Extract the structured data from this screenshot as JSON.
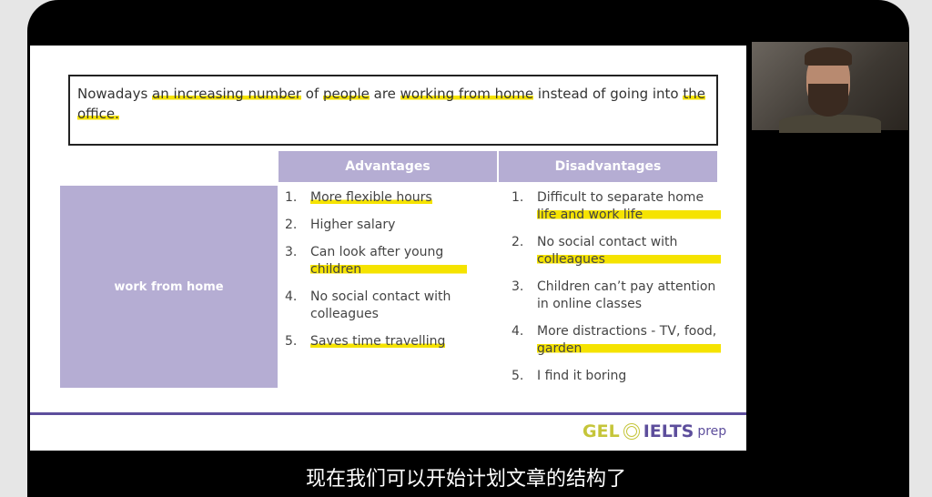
{
  "prompt": {
    "parts": [
      {
        "t": "Nowadays ",
        "h": false
      },
      {
        "t": "an increasing number",
        "h": true
      },
      {
        "t": " of ",
        "h": false
      },
      {
        "t": "people",
        "h": true
      },
      {
        "t": " are ",
        "h": false
      },
      {
        "t": "working from home",
        "h": true
      },
      {
        "t": " instead of going into ",
        "h": false
      },
      {
        "t": "the office.",
        "h": true
      }
    ]
  },
  "table": {
    "headers": [
      "Advantages",
      "Disadvantages"
    ],
    "row_label": "work from home",
    "advantages": [
      {
        "n": "1.",
        "t": "More flexible hours",
        "h": true
      },
      {
        "n": "2.",
        "t": "Higher salary",
        "h": false
      },
      {
        "n": "3.",
        "t": "Can look after young children",
        "h": true
      },
      {
        "n": "4.",
        "t": "No social contact with colleagues",
        "h": false
      },
      {
        "n": "5.",
        "t": "Saves time travelling",
        "h": true
      }
    ],
    "disadvantages": [
      {
        "n": "1.",
        "t": "Difficult to separate home life and work life",
        "h": true
      },
      {
        "n": "2.",
        "t": "No social contact with colleagues",
        "h": true
      },
      {
        "n": "3.",
        "t": "Children can’t pay attention in online classes",
        "h": false
      },
      {
        "n": "4.",
        "t": "More distractions - TV, food, garden",
        "h": true
      },
      {
        "n": "5.",
        "t": "I find it boring",
        "h": false
      }
    ]
  },
  "logo": {
    "gel": "GEL",
    "ielts": "IELTS",
    "prep": "prep"
  },
  "subtitle": "现在我们可以开始计划文章的结构了",
  "colors": {
    "accent": "#5d4e9c",
    "header": "#b5add3",
    "highlight": "#f5e300"
  }
}
